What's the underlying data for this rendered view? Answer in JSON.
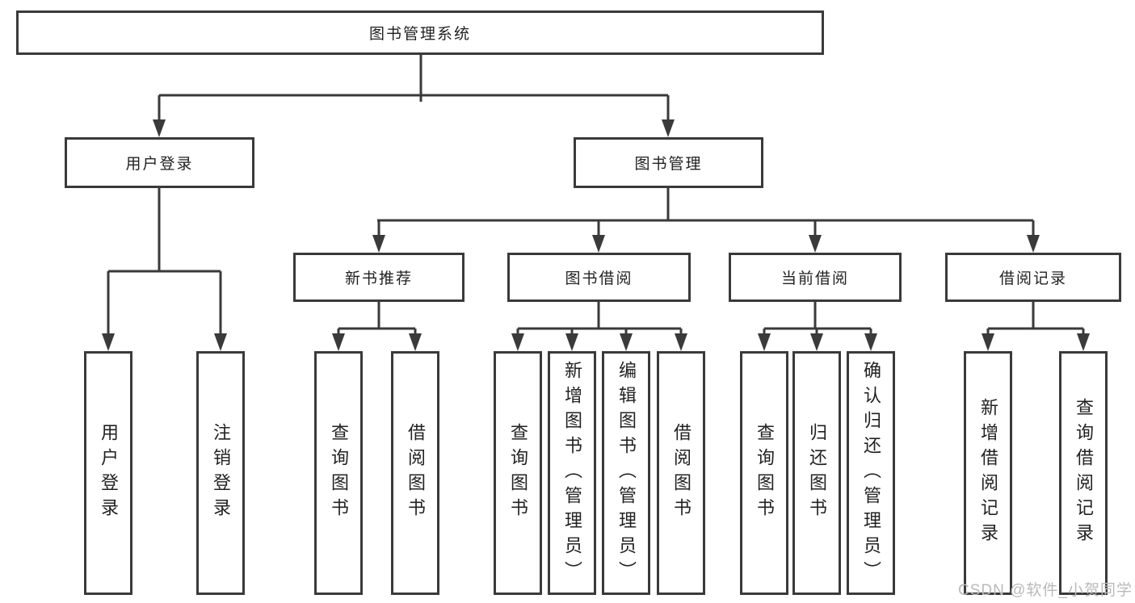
{
  "tree": {
    "root": "图书管理系统",
    "children": [
      {
        "label": "用户登录",
        "children": [
          "用户登录",
          "注销登录"
        ]
      },
      {
        "label": "图书管理",
        "children": [
          {
            "label": "新书推荐",
            "children": [
              "查询图书",
              "借阅图书"
            ]
          },
          {
            "label": "图书借阅",
            "children": [
              "查询图书",
              "新增图书（管理员）",
              "编辑图书（管理员）",
              "借阅图书"
            ]
          },
          {
            "label": "当前借阅",
            "children": [
              "查询图书",
              "归还图书",
              "确认归还（管理员）"
            ]
          },
          {
            "label": "借阅记录",
            "children": [
              "新增借阅记录",
              "查询借阅记录"
            ]
          }
        ]
      }
    ]
  },
  "watermark": {
    "text": "CSDN @软件_小贺同学"
  },
  "colors": {
    "line": "#3a3a3a",
    "text": "#222222",
    "box-bg": "#ffffff",
    "bg": "#ffffff",
    "watermark": "#b9b9b9"
  }
}
